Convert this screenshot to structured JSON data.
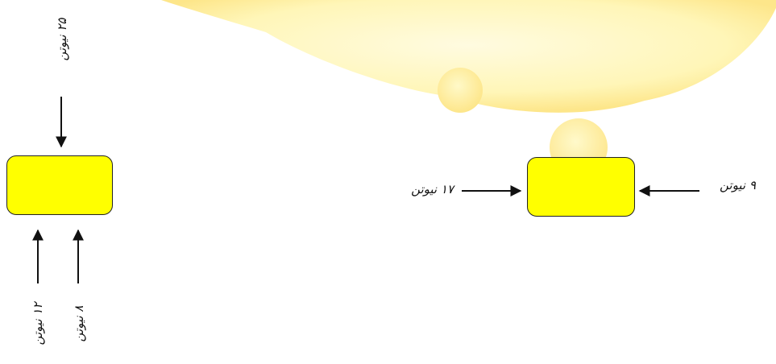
{
  "colors": {
    "box_fill": "#ffff00",
    "box_border": "#222222",
    "cloud_fill": "#fff9c4",
    "cloud_edge": "#fde88a",
    "arrow": "#111111"
  },
  "left_diagram": {
    "top_force": "۲۵ نیوتن",
    "bottom_force_left": "۱۲ نیوتن",
    "bottom_force_right": "۸ نیوتن"
  },
  "right_diagram": {
    "left_force": "۱۷ نیوتن",
    "right_force": "۹ نیوتن"
  }
}
